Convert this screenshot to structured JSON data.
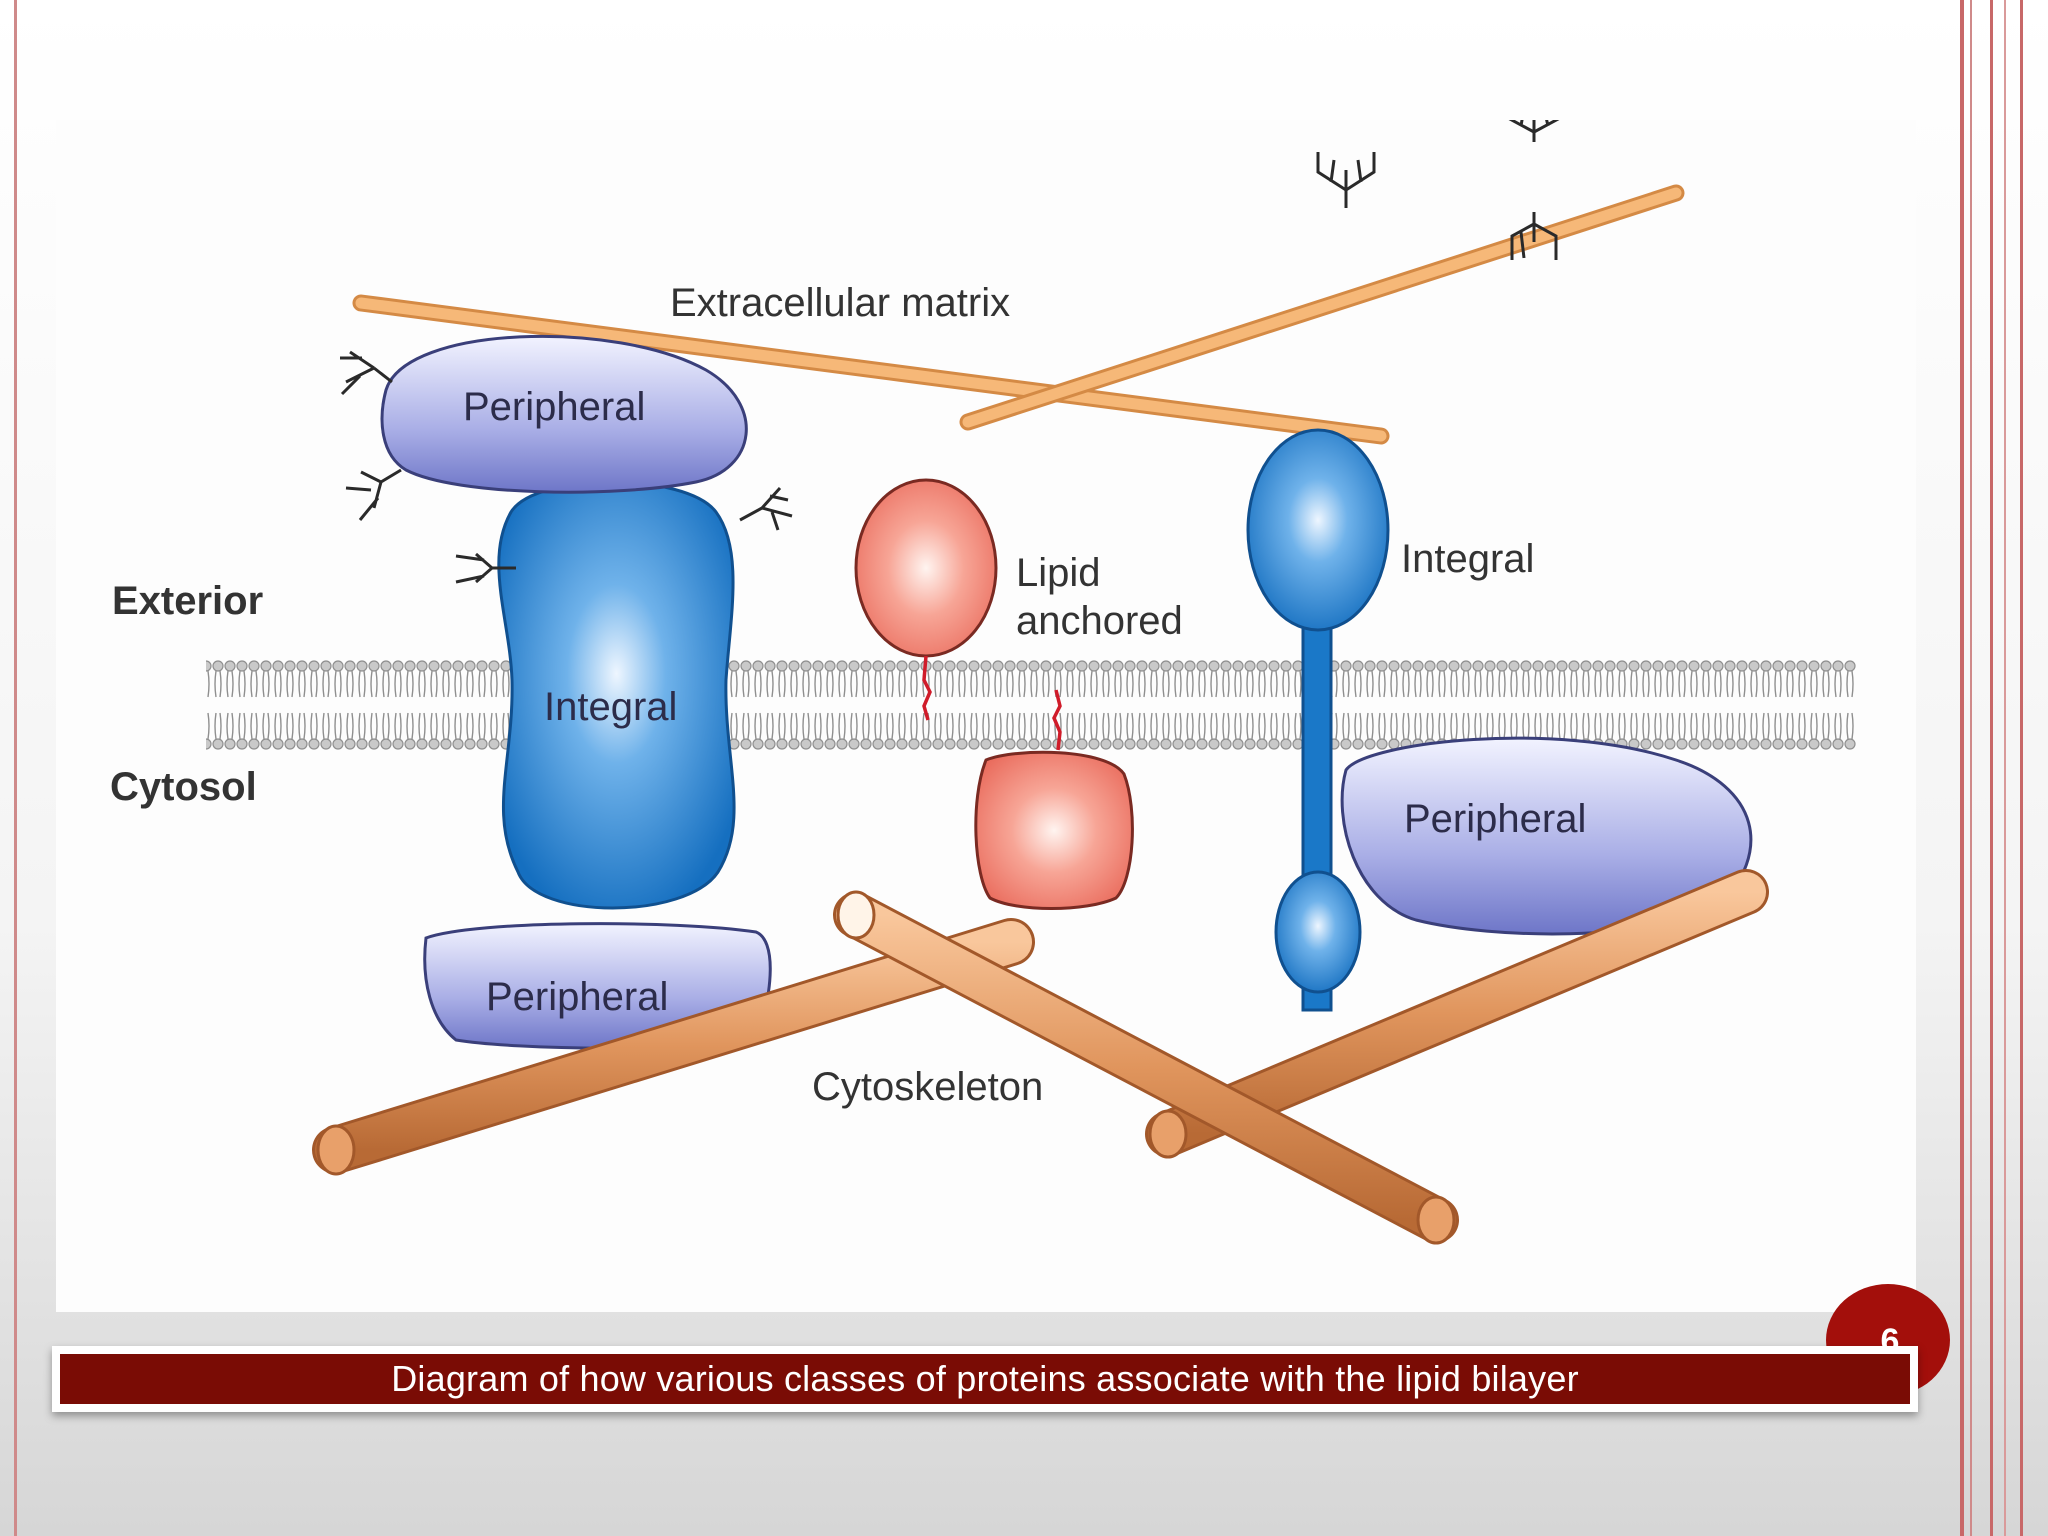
{
  "slide": {
    "caption": "Diagram of how various classes of proteins associate with the lipid bilayer",
    "page_number": "6",
    "colors": {
      "frame": "#c86868",
      "caption_background": "#7a0c05",
      "badge": "#a30f0b"
    }
  },
  "diagram": {
    "labels": {
      "extracellular_matrix": "Extracellular matrix",
      "exterior": "Exterior",
      "cytosol": "Cytosol",
      "peripheral_top_left": "Peripheral",
      "integral_left": "Integral",
      "peripheral_bottom_left": "Peripheral",
      "lipid_anchored_line1": "Lipid",
      "lipid_anchored_line2": "anchored",
      "integral_right": "Integral",
      "peripheral_right": "Peripheral",
      "cytoskeleton": "Cytoskeleton"
    },
    "colors": {
      "integral_protein": "#1a78c8",
      "peripheral_protein": "#8c92d8",
      "lipid_anchored_protein": "#ef7a6c",
      "matrix_fiber": "#f2ad6a",
      "cytoskeleton_filament": "#e0955d",
      "bilayer": "#a9a9a9"
    }
  }
}
